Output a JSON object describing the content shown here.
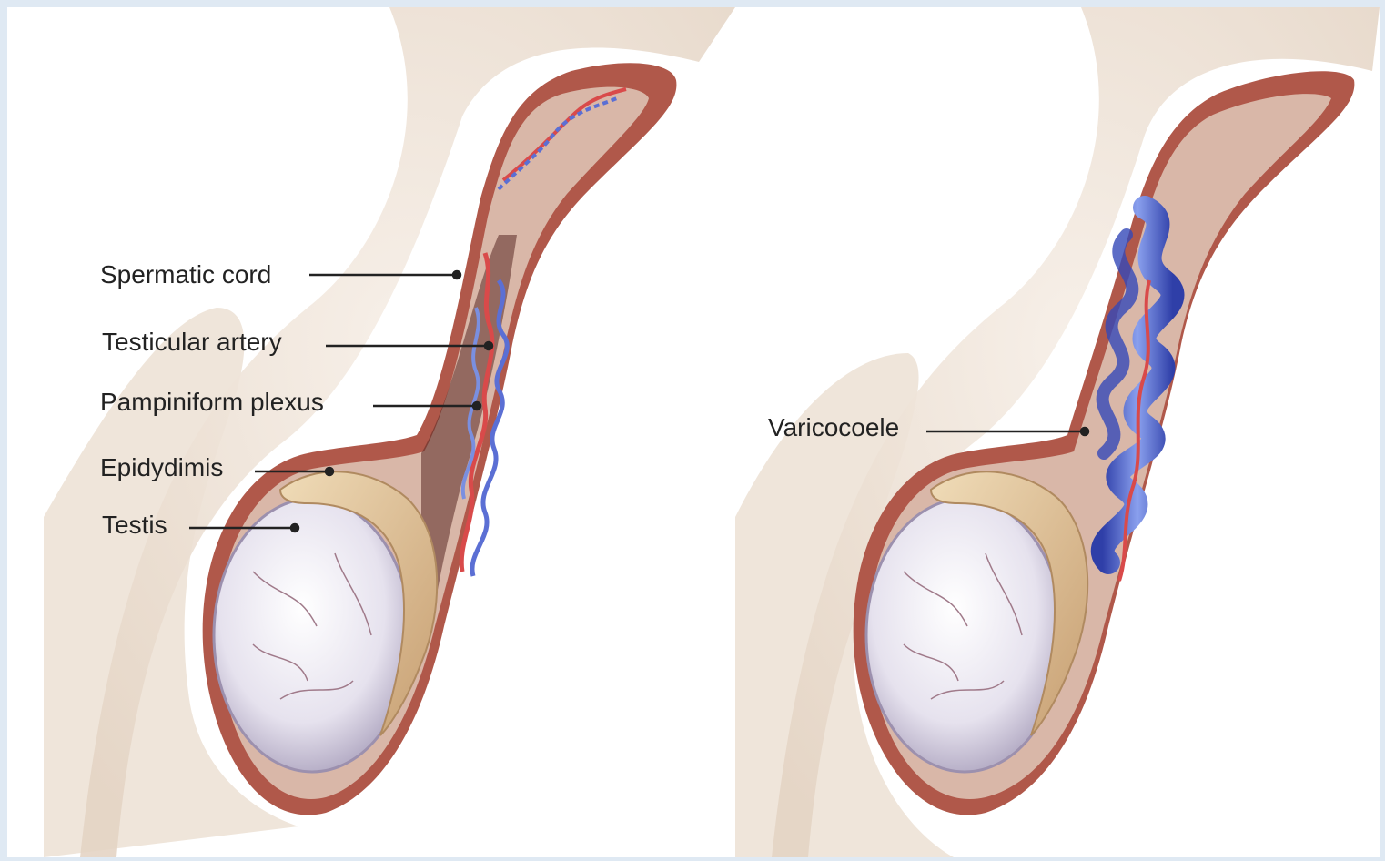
{
  "labels": {
    "spermatic_cord": "Spermatic cord",
    "testicular_artery": "Testicular artery",
    "pampiniform_plexus": "Pampiniform plexus",
    "epididymis": "Epidydimis",
    "testis": "Testis",
    "varicocele": "Varicocoele"
  },
  "colors": {
    "skin": "#efe4d8",
    "wall": "#b0584a",
    "testis": "#ece8f2",
    "epididymis": "#e6c9a0",
    "artery": "#d94a4a",
    "vein": "#4a5fc9",
    "leader": "#222222"
  }
}
